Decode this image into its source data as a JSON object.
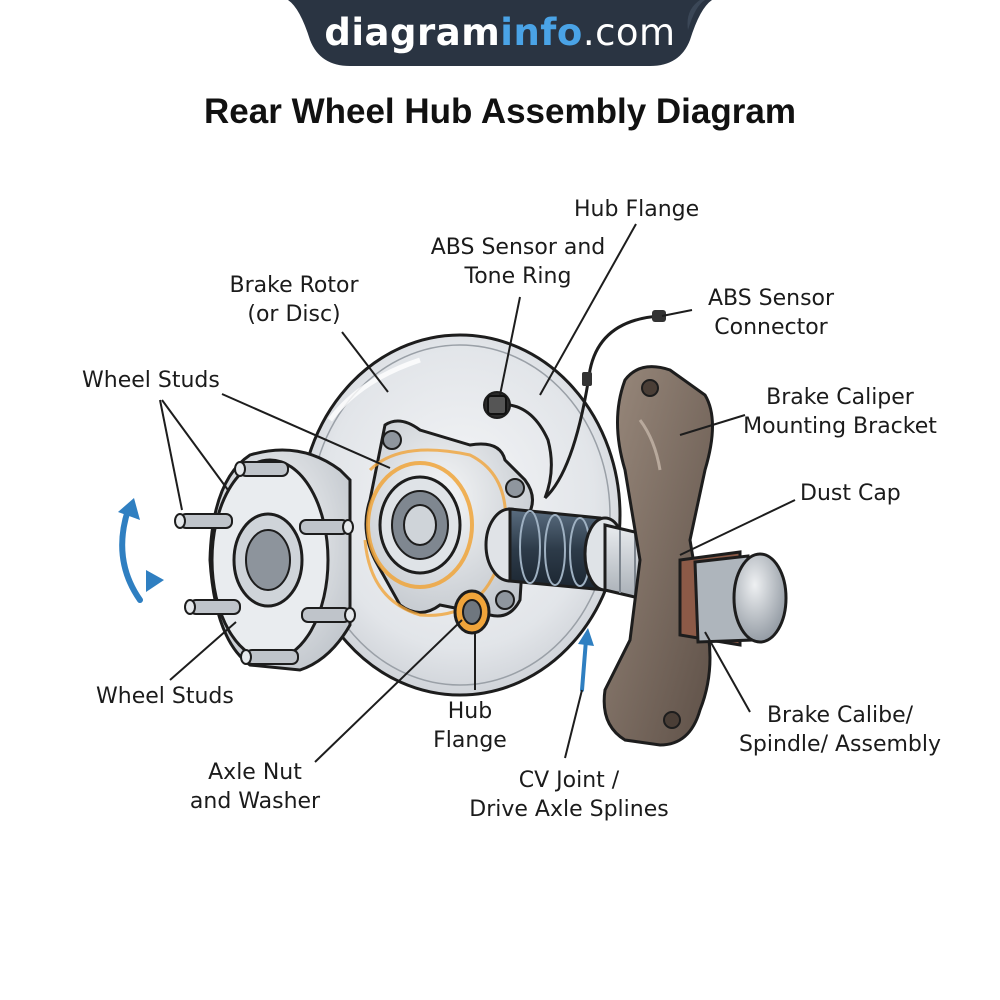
{
  "brand": {
    "part1": "diagram",
    "part2": "info",
    "part3": ".com"
  },
  "title": "Rear Wheel Hub Assembly Diagram",
  "labels": {
    "hub_flange_top": "Hub Flange",
    "abs_sensor_tone": {
      "line1": "ABS Sensor and",
      "line2": "Tone Ring"
    },
    "abs_connector": {
      "line1": "ABS Sensor",
      "line2": "Connector"
    },
    "brake_rotor": {
      "line1": "Brake Rotor",
      "line2": "(or Disc)"
    },
    "wheel_studs_top": "Wheel Studs",
    "caliper_bracket": {
      "line1": "Brake Caliper",
      "line2": "Mounting Bracket"
    },
    "dust_cap": "Dust Cap",
    "wheel_studs_bottom": "Wheel Studs",
    "hub_flange_bottom": {
      "line1": "Hub",
      "line2": "Flange"
    },
    "axle_nut": {
      "line1": "Axle Nut",
      "line2": "and Washer"
    },
    "cv_joint": {
      "line1": "CV Joint /",
      "line2": "Drive Axle Splines"
    },
    "caliper_spindle": {
      "line1": "Brake Calibe/",
      "line2": "Spindle/ Assembly"
    }
  },
  "colors": {
    "banner": "#2a3442",
    "accent_blue": "#2f7fc1",
    "highlight_orange": "#f0a43a",
    "knuckle_brown": "#7a6a5e",
    "metal_gray": "#d6d9dd"
  }
}
